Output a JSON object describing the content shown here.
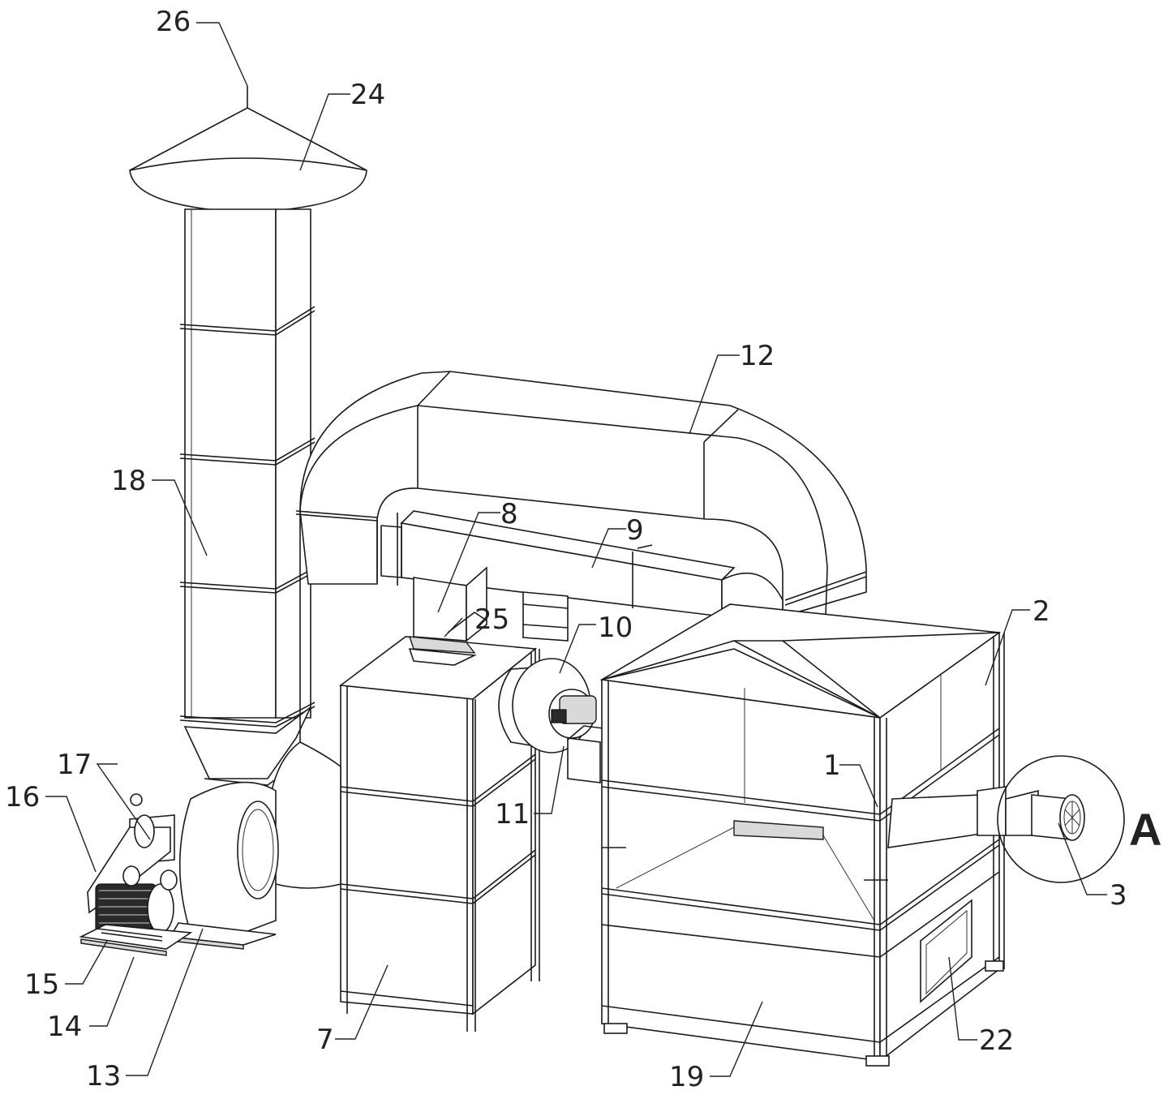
{
  "figure": {
    "callouts": [
      {
        "id": "c26",
        "label": "26"
      },
      {
        "id": "c24",
        "label": "24"
      },
      {
        "id": "c12",
        "label": "12"
      },
      {
        "id": "c18",
        "label": "18"
      },
      {
        "id": "c8",
        "label": "8"
      },
      {
        "id": "c9",
        "label": "9"
      },
      {
        "id": "c25",
        "label": "25"
      },
      {
        "id": "c10",
        "label": "10"
      },
      {
        "id": "c2",
        "label": "2"
      },
      {
        "id": "c17",
        "label": "17"
      },
      {
        "id": "c16",
        "label": "16"
      },
      {
        "id": "c1",
        "label": "1"
      },
      {
        "id": "c11",
        "label": "11"
      },
      {
        "id": "c3",
        "label": "3"
      },
      {
        "id": "c15",
        "label": "15"
      },
      {
        "id": "c14",
        "label": "14"
      },
      {
        "id": "c13",
        "label": "13"
      },
      {
        "id": "c7",
        "label": "7"
      },
      {
        "id": "c19",
        "label": "19"
      },
      {
        "id": "c22",
        "label": "22"
      }
    ],
    "detail_marker": "A"
  }
}
